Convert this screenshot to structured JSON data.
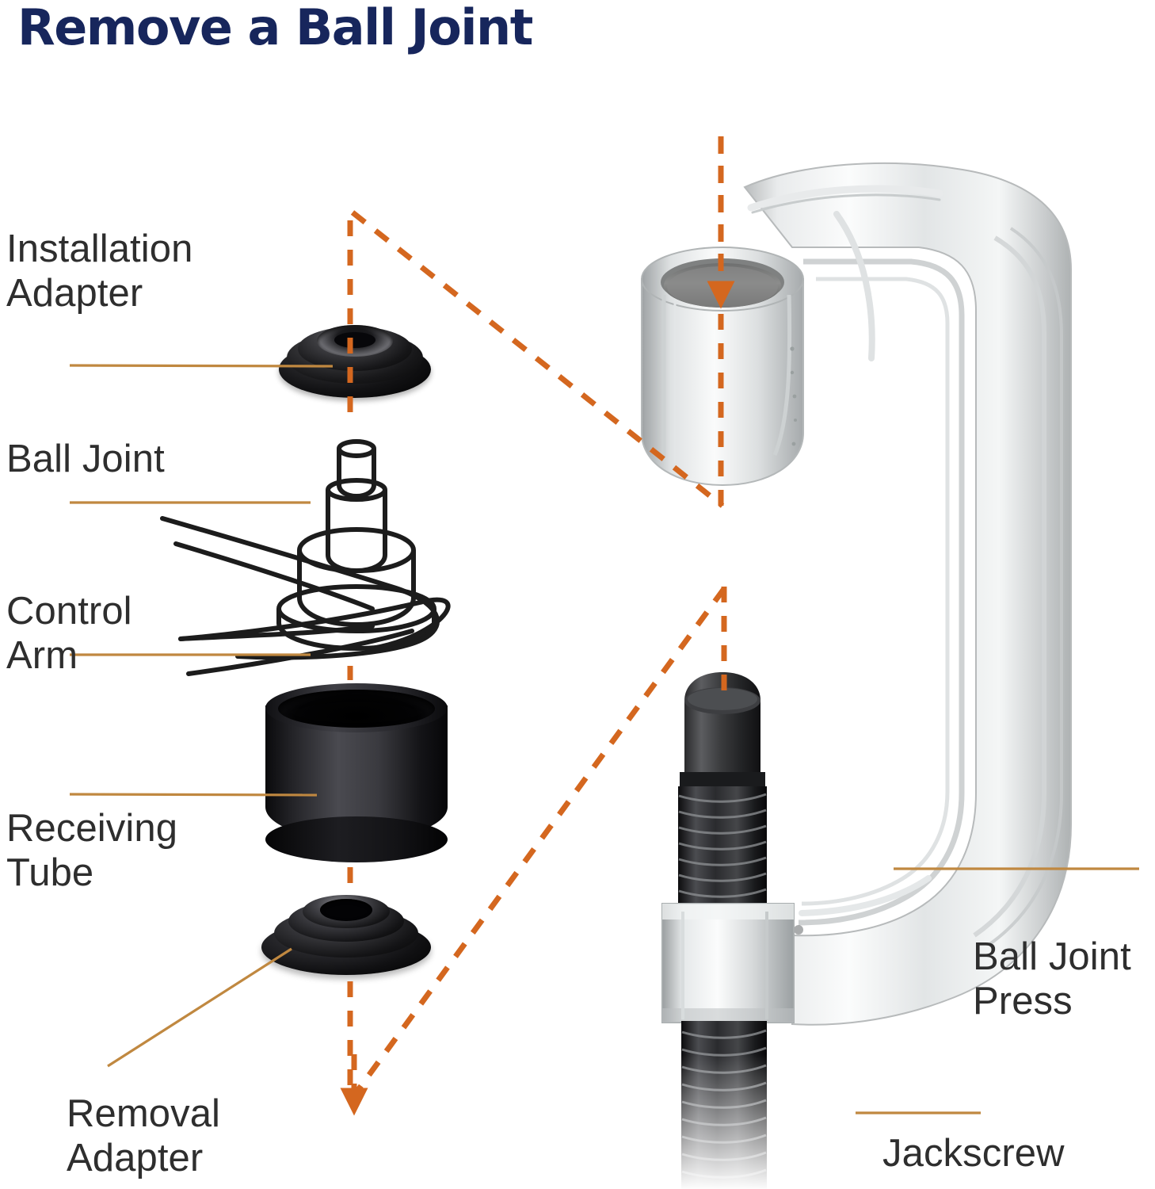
{
  "page": {
    "title": "Remove a Ball Joint",
    "title_color": "#17265c",
    "background": "#ffffff",
    "accent_orange": "#d4671f",
    "leader_line_color": "#c08840",
    "label_color": "#2e2e2e"
  },
  "labels": {
    "installation_adapter": "Installation\nAdapter",
    "ball_joint": "Ball Joint",
    "control_arm": "Control\nArm",
    "receiving_tube": "Receiving\nTube",
    "removal_adapter": "Removal\nAdapter",
    "ball_joint_press": "Ball Joint\nPress",
    "jackscrew": "Jackscrew"
  },
  "parts": [
    {
      "id": "installation-adapter",
      "name": "Installation Adapter",
      "material": "black-oxide-steel",
      "shape": "stepped-disc-with-conical-recess"
    },
    {
      "id": "ball-joint",
      "name": "Ball Joint",
      "material": "line-drawing",
      "shape": "stud-and-flanged-body"
    },
    {
      "id": "control-arm",
      "name": "Control Arm",
      "material": "line-drawing",
      "shape": "curved-band"
    },
    {
      "id": "receiving-tube",
      "name": "Receiving Tube",
      "material": "black-oxide-steel",
      "shape": "open-cylinder"
    },
    {
      "id": "removal-adapter",
      "name": "Removal Adapter",
      "material": "black-oxide-steel",
      "shape": "stepped-cone-with-through-hole"
    },
    {
      "id": "ball-joint-press",
      "name": "Ball Joint Press",
      "material": "cast-steel-silver",
      "shape": "c-frame"
    },
    {
      "id": "jackscrew",
      "name": "Jackscrew",
      "material": "black-threaded-steel",
      "shape": "threaded-rod-with-hex-collar"
    }
  ],
  "callouts": [
    {
      "from": "installation-adapter",
      "to": "ball-joint-press-bore",
      "style": "dashed",
      "color": "#d4671f"
    },
    {
      "from": "jackscrew-tip",
      "to": "removal-adapter",
      "style": "dashed",
      "color": "#d4671f"
    }
  ],
  "stack_order": [
    "Installation Adapter",
    "Ball Joint",
    "Control Arm",
    "Receiving Tube",
    "Removal Adapter"
  ]
}
